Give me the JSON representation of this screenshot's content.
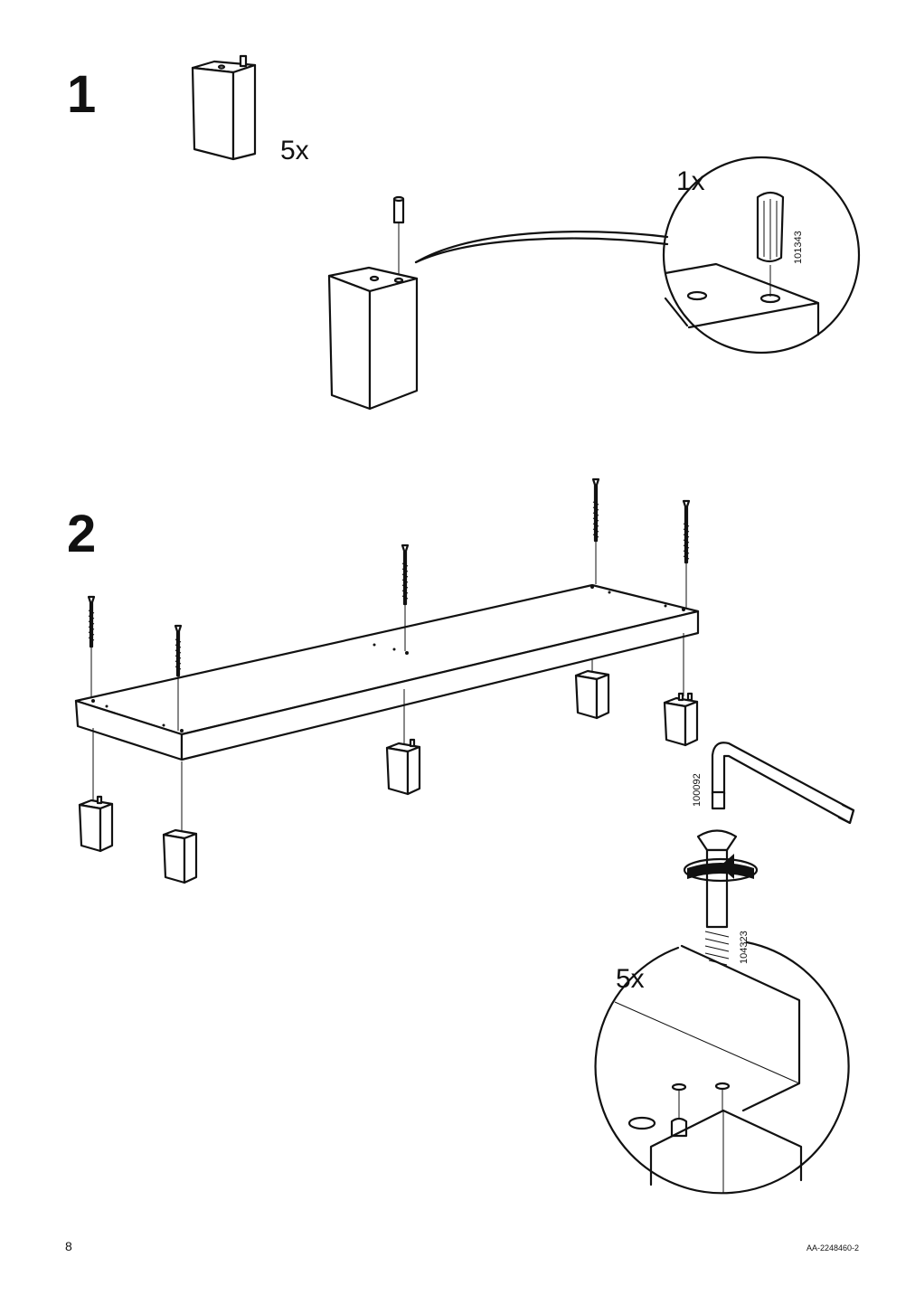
{
  "steps": [
    {
      "number": "1",
      "qty_leg": "5x",
      "qty_dowel": "1x",
      "dowel_part": "101343"
    },
    {
      "number": "2",
      "qty_screw": "5x",
      "key_part": "100092",
      "screw_part": "104323"
    }
  ],
  "footer": {
    "page": "8",
    "doc_id": "AA-2248460-2"
  }
}
